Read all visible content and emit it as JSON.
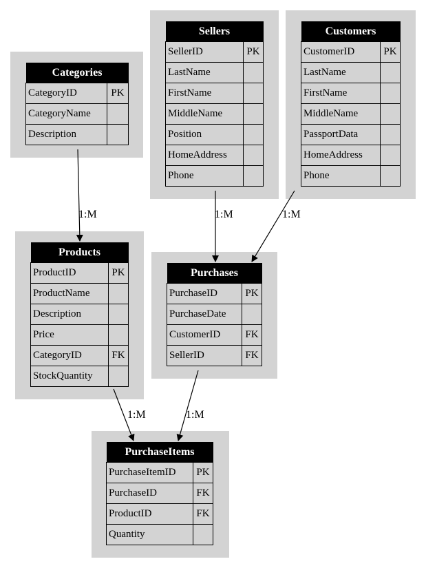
{
  "entities": {
    "categories": {
      "title": "Categories",
      "rows": [
        {
          "name": "CategoryID",
          "key": "PK"
        },
        {
          "name": "CategoryName",
          "key": ""
        },
        {
          "name": "Description",
          "key": ""
        }
      ]
    },
    "sellers": {
      "title": "Sellers",
      "rows": [
        {
          "name": "SellerID",
          "key": "PK"
        },
        {
          "name": "LastName",
          "key": ""
        },
        {
          "name": "FirstName",
          "key": ""
        },
        {
          "name": "MiddleName",
          "key": ""
        },
        {
          "name": "Position",
          "key": ""
        },
        {
          "name": "HomeAddress",
          "key": ""
        },
        {
          "name": "Phone",
          "key": ""
        }
      ]
    },
    "customers": {
      "title": "Customers",
      "rows": [
        {
          "name": "CustomerID",
          "key": "PK"
        },
        {
          "name": "LastName",
          "key": ""
        },
        {
          "name": "FirstName",
          "key": ""
        },
        {
          "name": "MiddleName",
          "key": ""
        },
        {
          "name": "PassportData",
          "key": ""
        },
        {
          "name": "HomeAddress",
          "key": ""
        },
        {
          "name": "Phone",
          "key": ""
        }
      ]
    },
    "products": {
      "title": "Products",
      "rows": [
        {
          "name": "ProductID",
          "key": "PK"
        },
        {
          "name": "ProductName",
          "key": ""
        },
        {
          "name": "Description",
          "key": ""
        },
        {
          "name": "Price",
          "key": ""
        },
        {
          "name": "CategoryID",
          "key": "FK"
        },
        {
          "name": "StockQuantity",
          "key": ""
        }
      ]
    },
    "purchases": {
      "title": "Purchases",
      "rows": [
        {
          "name": "PurchaseID",
          "key": "PK"
        },
        {
          "name": "PurchaseDate",
          "key": ""
        },
        {
          "name": "CustomerID",
          "key": "FK"
        },
        {
          "name": "SellerID",
          "key": "FK"
        }
      ]
    },
    "purchaseitems": {
      "title": "PurchaseItems",
      "rows": [
        {
          "name": "PurchaseItemID",
          "key": "PK"
        },
        {
          "name": "PurchaseID",
          "key": "FK"
        },
        {
          "name": "ProductID",
          "key": "FK"
        },
        {
          "name": "Quantity",
          "key": ""
        }
      ]
    }
  },
  "relationships": [
    {
      "from": "categories",
      "to": "products",
      "label": "1:M"
    },
    {
      "from": "sellers",
      "to": "purchases",
      "label": "1:M"
    },
    {
      "from": "customers",
      "to": "purchases",
      "label": "1:M"
    },
    {
      "from": "products",
      "to": "purchaseitems",
      "label": "1:M"
    },
    {
      "from": "purchases",
      "to": "purchaseitems",
      "label": "1:M"
    }
  ]
}
